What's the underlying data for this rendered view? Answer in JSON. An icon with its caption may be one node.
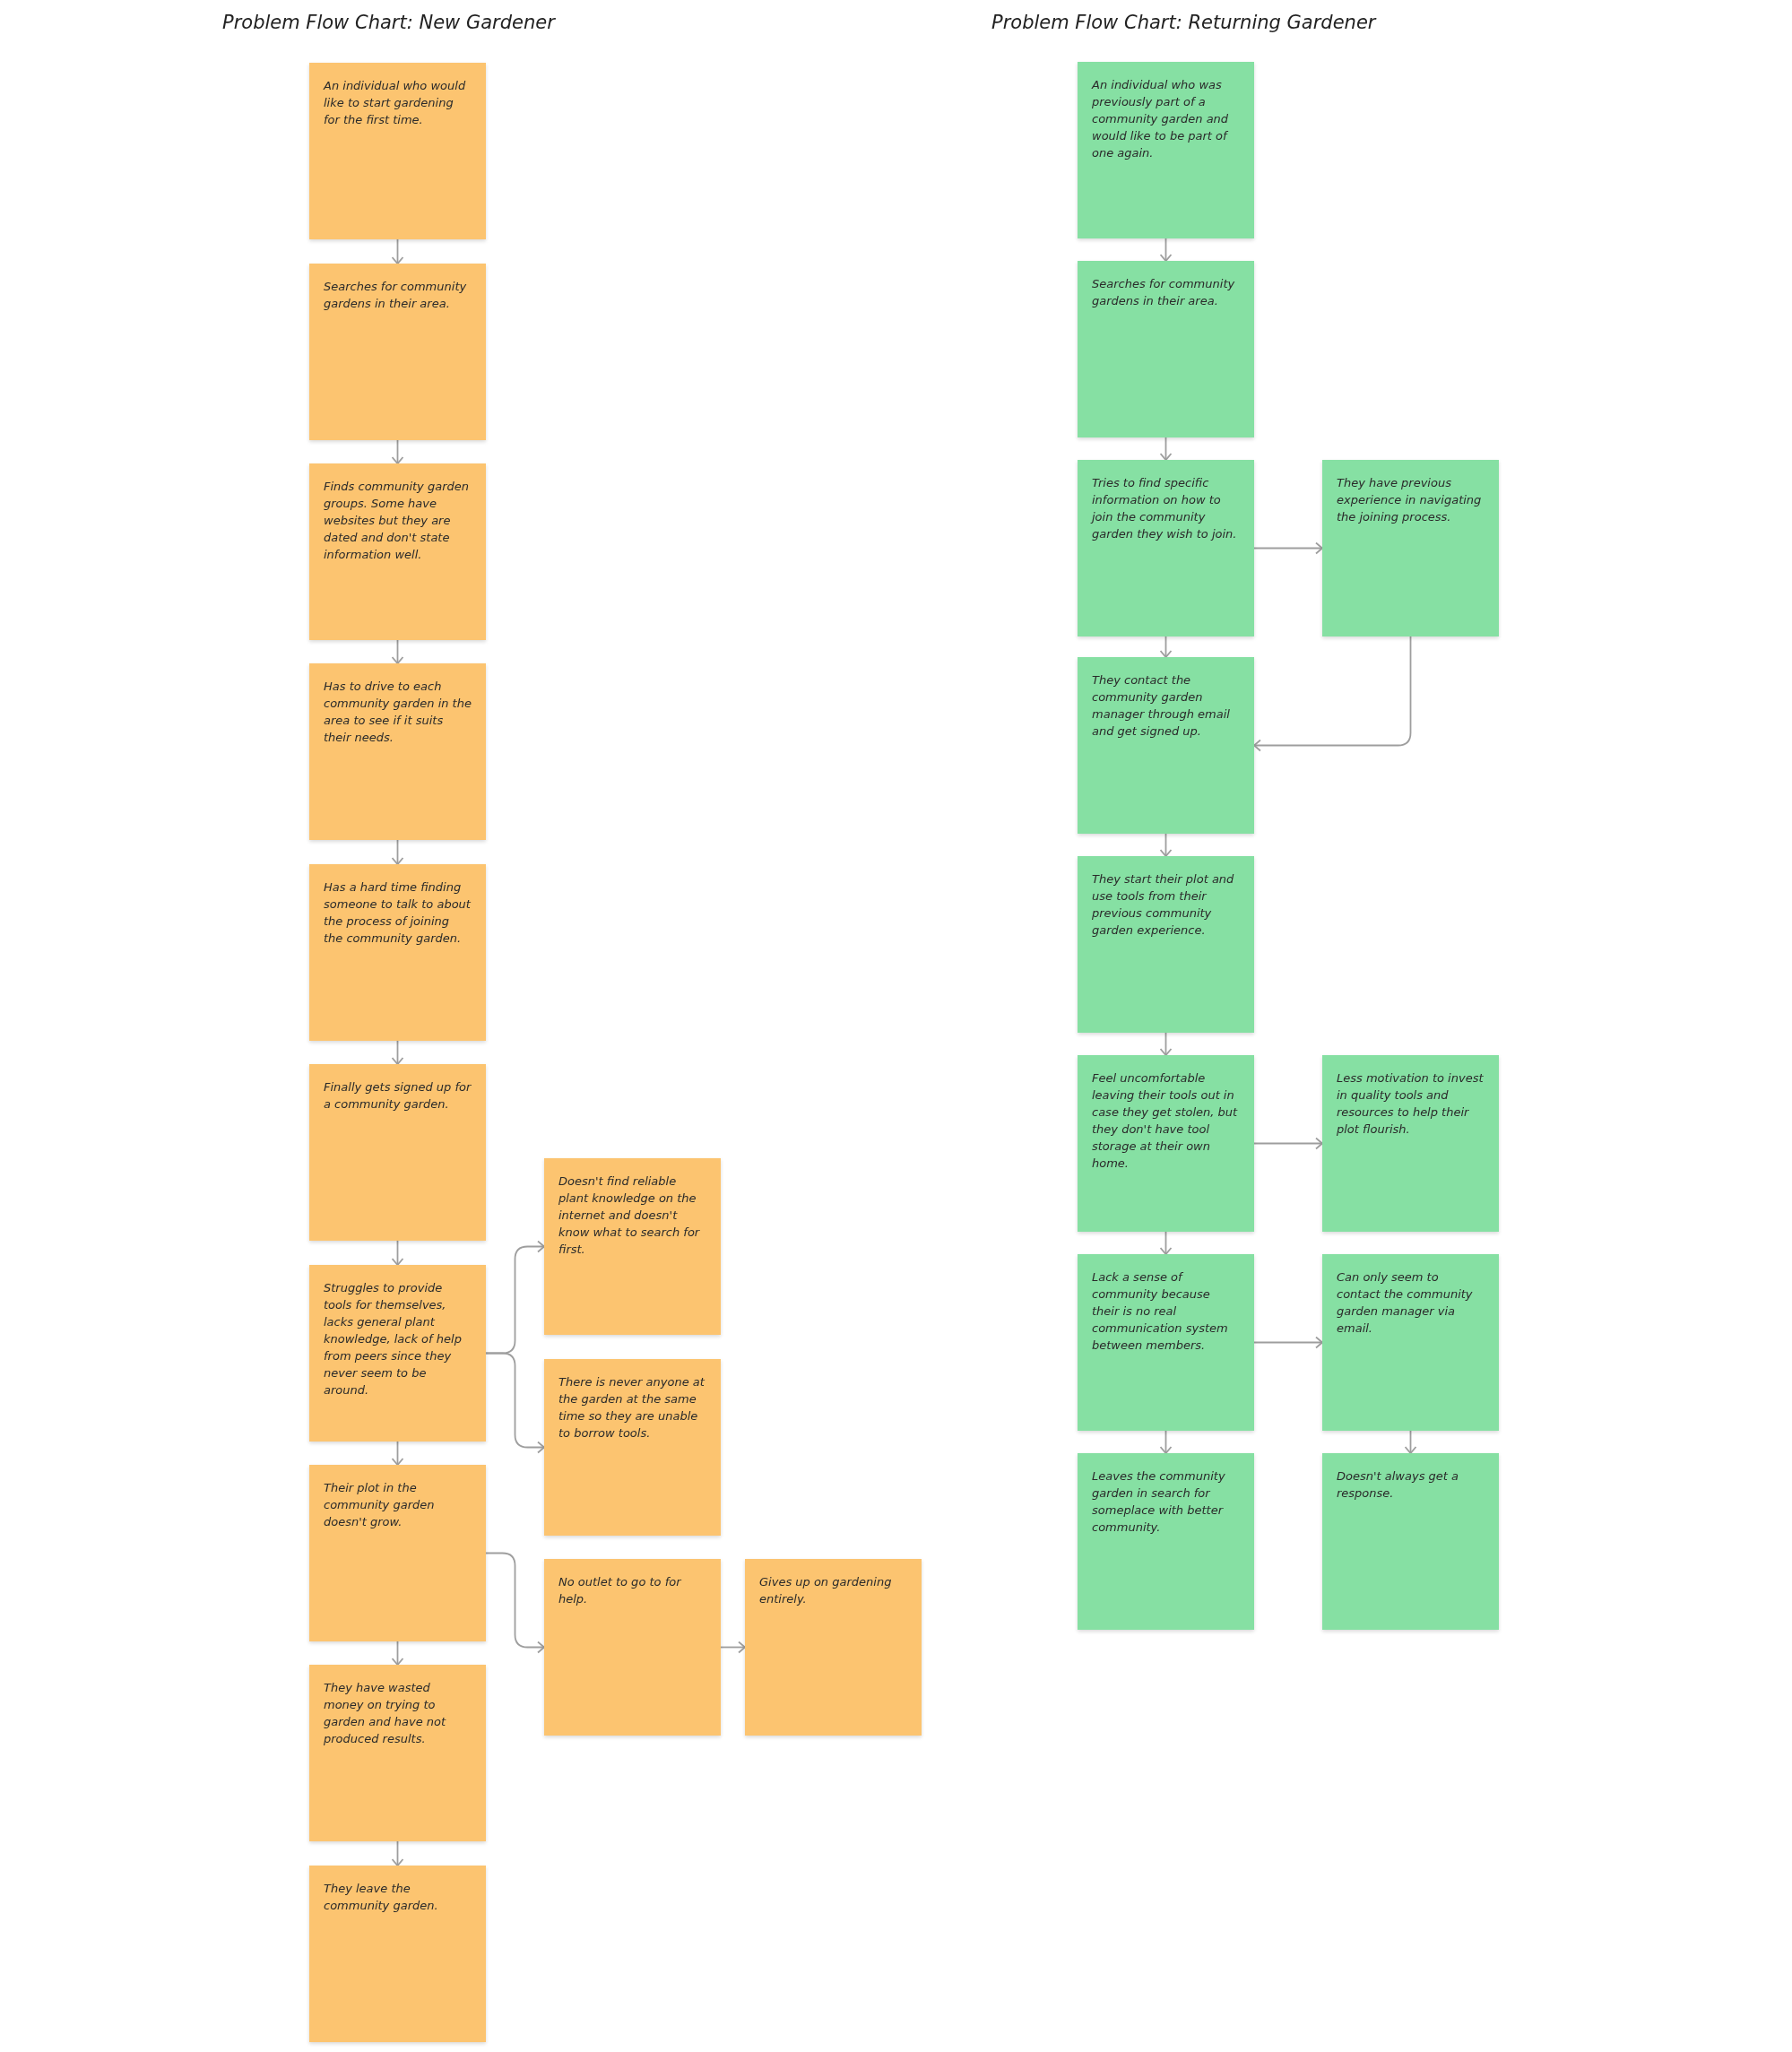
{
  "diagram": {
    "nodes": [
      {
        "text": [
          "An individual who would like to start gardening for the first time."
        ]
      },
      {
        "text": [
          "Searches for community gardens in their area."
        ]
      },
      {
        "text": [
          "Finds community garden groups. Some have websites but they are dated and don't state information well."
        ]
      },
      {
        "text": [
          "Has to drive to each community garden in the area to see if it suits their needs."
        ]
      },
      {
        "text": [
          "Has a hard time finding someone to talk to about the process of joining the community garden."
        ]
      },
      {
        "text": [
          "Finally gets signed up for a community garden."
        ]
      },
      {
        "text": [
          "Struggles to provide tools for themselves, lacks general plant knowledge, lack of help from peers since they never seem to be around."
        ]
      },
      {
        "text": [
          "Their plot in the community garden doesn't grow."
        ]
      },
      {
        "text": [
          "They have wasted money on trying to garden and have not produced results."
        ]
      },
      {
        "text": [
          "They leave the community garden."
        ]
      },
      {
        "text": [
          "Doesn't find reliable plant knowledge on the internet and doesn't know what to search for first."
        ]
      },
      {
        "text": [
          "There is never anyone at the garden at the same time so they are unable to borrow tools."
        ]
      },
      {
        "text": [
          "No outlet to go to for help."
        ]
      },
      {
        "text": [
          "Gives up on gardening entirely."
        ]
      },
      {
        "text": [
          "An individual who was previously part of a community garden and would like to be part of one again."
        ]
      },
      {
        "text": [
          "Searches for community gardens in their area."
        ]
      },
      {
        "text": [
          "Tries to find specific information on how to join the community garden they wish to join."
        ]
      },
      {
        "text": [
          "They have previous experience in navigating the joining process."
        ]
      },
      {
        "text": [
          "They contact the community garden manager through email and get signed up."
        ]
      },
      {
        "text": [
          "They start their plot and use tools from their previous community garden experience."
        ]
      },
      {
        "text": [
          "Feel uncomfortable leaving their tools out in case they get stolen, but they don't have tool storage at their own home."
        ]
      },
      {
        "text": [
          "Less motivation to invest in quality tools and resources to help their plot flourish."
        ]
      },
      {
        "text": [
          "Lack a sense of community because their is no real communication system between members."
        ]
      },
      {
        "text": [
          "Can only seem to contact the community garden manager via email."
        ]
      },
      {
        "text": [
          "Leaves the community garden in search for someplace with better community."
        ]
      },
      {
        "text": [
          "Doesn't always get a response."
        ]
      }
    ],
    "edges": [
      {
        "from": 0,
        "to": 1,
        "arrow": "to"
      },
      {
        "from": 1,
        "to": 2,
        "arrow": "to"
      },
      {
        "from": 2,
        "to": 3,
        "arrow": "to"
      },
      {
        "from": 3,
        "to": 4,
        "arrow": "to"
      },
      {
        "from": 4,
        "to": 5,
        "arrow": "to"
      },
      {
        "from": 5,
        "to": 6,
        "arrow": "to"
      },
      {
        "from": 6,
        "to": 7,
        "arrow": "to"
      },
      {
        "from": 7,
        "to": 8,
        "arrow": "to"
      },
      {
        "from": 8,
        "to": 9,
        "arrow": "to"
      },
      {
        "from": 6,
        "to": 10,
        "arrow": "to"
      },
      {
        "from": 6,
        "to": 11,
        "arrow": "to"
      },
      {
        "from": 7,
        "to": 12,
        "arrow": "to"
      },
      {
        "from": 12,
        "to": 13,
        "arrow": "to"
      },
      {
        "from": 14,
        "to": 15,
        "arrow": "to"
      },
      {
        "from": 15,
        "to": 16,
        "arrow": "to"
      },
      {
        "from": 16,
        "to": 17,
        "arrow": "to"
      },
      {
        "from": 16,
        "to": 18,
        "arrow": "to"
      },
      {
        "from": 17,
        "to": 18,
        "arrow": "to"
      },
      {
        "from": 18,
        "to": 19,
        "arrow": "to"
      },
      {
        "from": 19,
        "to": 20,
        "arrow": "to"
      },
      {
        "from": 20,
        "to": 21,
        "arrow": "to"
      },
      {
        "from": 20,
        "to": 22,
        "arrow": "to"
      },
      {
        "from": 22,
        "to": 23,
        "arrow": "to"
      },
      {
        "from": 22,
        "to": 24,
        "arrow": "to"
      },
      {
        "from": 23,
        "to": 25,
        "arrow": "to"
      }
    ],
    "labels": [
      "Problem Flow Chart: New Gardener",
      "Problem Flow Chart: Returning Gardener"
    ]
  }
}
